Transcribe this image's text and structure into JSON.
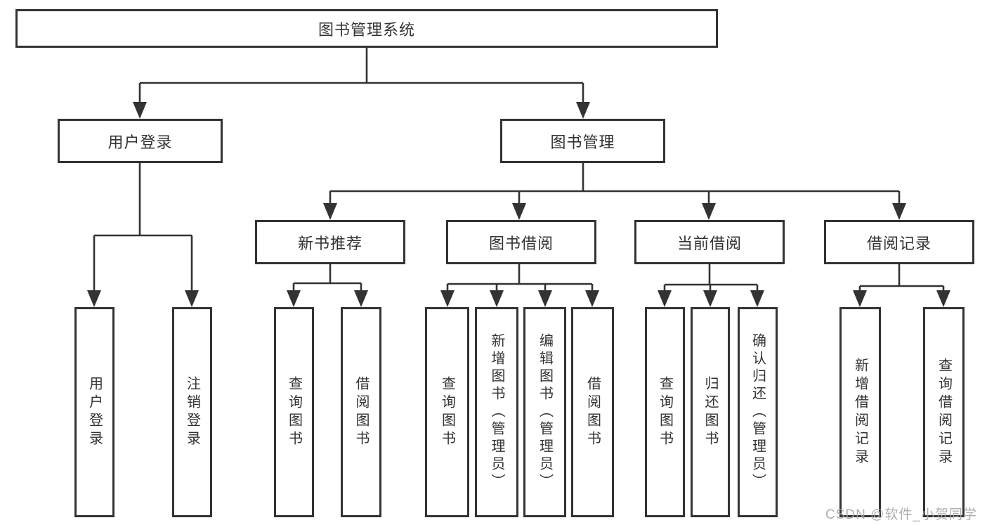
{
  "diagram": {
    "tree": {
      "label": "图书管理系统",
      "children": [
        {
          "label": "用户登录",
          "children": [
            {
              "label": "用户登录"
            },
            {
              "label": "注销登录"
            }
          ]
        },
        {
          "label": "图书管理",
          "children": [
            {
              "label": "新书推荐",
              "children": [
                {
                  "label": "查询图书"
                },
                {
                  "label": "借阅图书"
                }
              ]
            },
            {
              "label": "图书借阅",
              "children": [
                {
                  "label": "查询图书"
                },
                {
                  "label": "新增图书（管理员）"
                },
                {
                  "label": "编辑图书（管理员）"
                },
                {
                  "label": "借阅图书"
                }
              ]
            },
            {
              "label": "当前借阅",
              "children": [
                {
                  "label": "查询图书"
                },
                {
                  "label": "归还图书"
                },
                {
                  "label": "确认归还（管理员）"
                }
              ]
            },
            {
              "label": "借阅记录",
              "children": [
                {
                  "label": "新增借阅记录"
                },
                {
                  "label": "查询借阅记录"
                }
              ]
            }
          ]
        }
      ]
    },
    "colors": {
      "line": "#333333",
      "text": "#333333",
      "background": "#ffffff",
      "watermark": "#a6a6a6"
    }
  },
  "watermark": {
    "text": "CSDN @软件_小贺同学"
  }
}
